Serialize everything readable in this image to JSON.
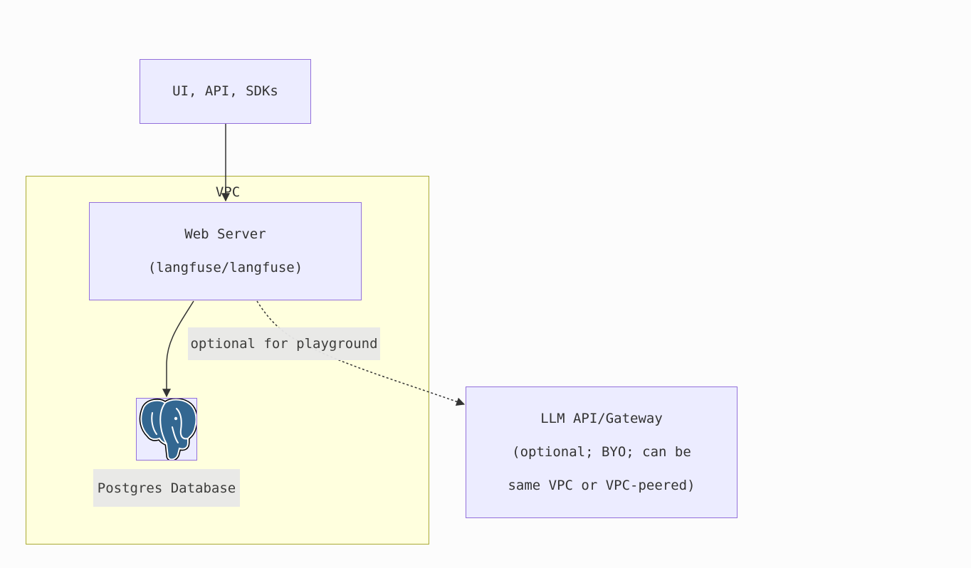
{
  "nodes": {
    "client": {
      "label": "UI, API, SDKs"
    },
    "web_server": {
      "lines": [
        "Web Server",
        "(langfuse/langfuse)"
      ]
    },
    "postgres": {
      "label": "Postgres Database",
      "icon": "postgres-elephant-icon"
    },
    "llm": {
      "lines": [
        "LLM API/Gateway",
        "(optional; BYO; can be",
        "same VPC or VPC-peered)"
      ]
    }
  },
  "clusters": {
    "vpc": {
      "label": "VPC"
    }
  },
  "edges": {
    "llm_edge": {
      "label": "optional for playground",
      "style": "dotted"
    }
  },
  "colors": {
    "node_fill": "#ececff",
    "node_border": "#9370db",
    "cluster_fill": "#ffffde",
    "cluster_border": "#aaaa33",
    "edge": "#333333",
    "edge_label_bg": "#e8e8e8",
    "postgres_blue": "#336791"
  }
}
